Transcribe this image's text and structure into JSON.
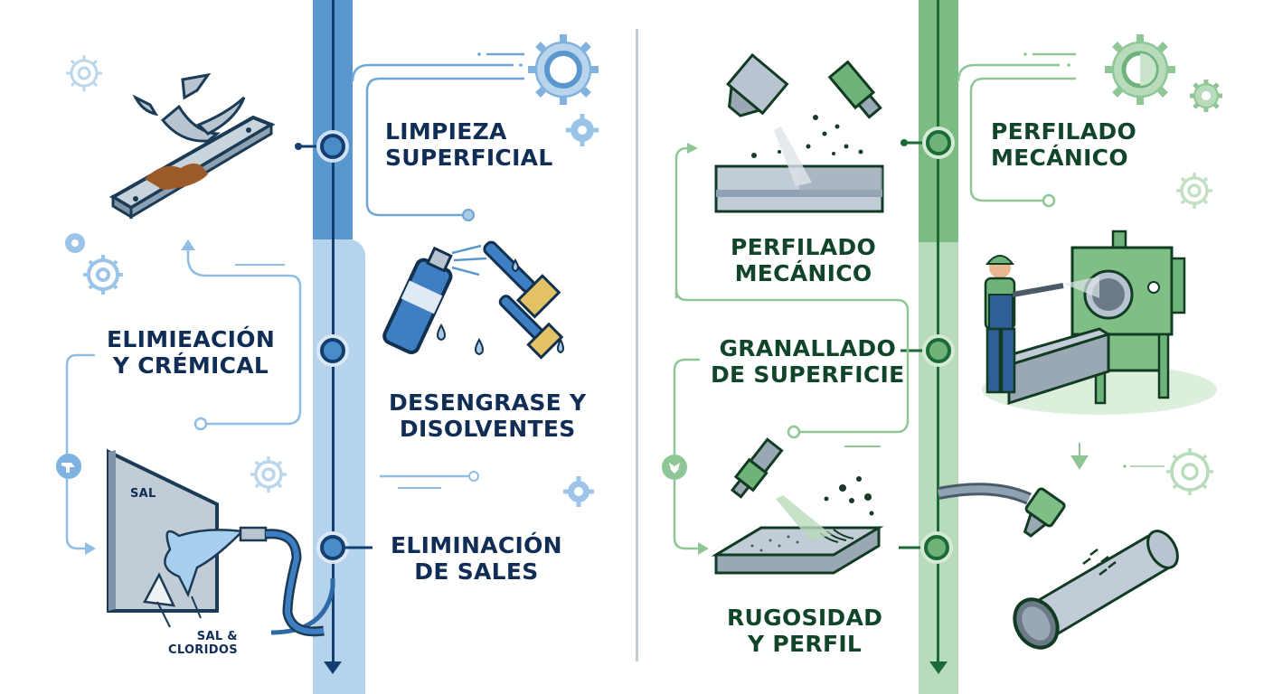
{
  "colors": {
    "blue_dark": "#0f3d6e",
    "blue_mid": "#4a8cc8",
    "blue_light": "#a9cbe8",
    "blue_text": "#0f2d55",
    "green_dark": "#1c6b36",
    "green_mid": "#6eb47a",
    "green_light": "#b4d9b6",
    "green_text": "#11452a",
    "divider": "#c3cdd6"
  },
  "left_panel": {
    "timeline_color": "blue",
    "steps": [
      {
        "title_line1": "LIMPIEZA",
        "title_line2": "SUPERFICIAL",
        "illustration": "rusty-plate-scraping-icon"
      },
      {
        "title_line1": "DESENGRASE Y",
        "title_line2": "DISOLVENTES",
        "illustration": "spray-can-and-brushes-icon"
      },
      {
        "title_line1": "ELIMINACIÓN",
        "title_line2": "DE SALES",
        "illustration": "salt-plate-washing-icon"
      }
    ],
    "side_label": {
      "line1": "ELIMIEACIÓN",
      "line2": "Y CRÉMICAL"
    },
    "salt_plate": {
      "top_label": "SAL",
      "callout_line1": "SAL &",
      "callout_line2": "CLORIDOS"
    }
  },
  "right_panel": {
    "timeline_color": "green",
    "steps": [
      {
        "title_line1": "PERFILADO",
        "title_line2": "MECÁNICO",
        "illustration": "blast-nozzle-surface-icon"
      },
      {
        "title_line1": "GRANALLADO",
        "title_line2": "DE SUPERFICIE",
        "illustration": "worker-blast-cabinet-icon"
      },
      {
        "title_line1": "RUGOSIDAD",
        "title_line2": "Y PERFIL",
        "illustration": "pipe-blasting-icon"
      }
    ],
    "side_label": {
      "line1": "PERFILADO",
      "line2": "MECÁNICO"
    }
  }
}
